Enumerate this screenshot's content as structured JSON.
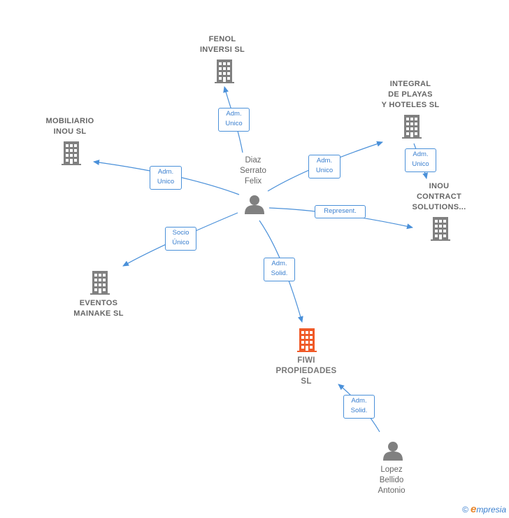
{
  "nodes": {
    "fenol": {
      "label": "FENOL\nINVERSI SL"
    },
    "integral": {
      "label": "INTEGRAL\nDE PLAYAS\nY HOTELES  SL"
    },
    "mobiliario": {
      "label": "MOBILIARIO\nINOU SL"
    },
    "inou_contract": {
      "label": "INOU\nCONTRACT\nSOLUTIONS..."
    },
    "eventos": {
      "label": "EVENTOS\nMAINAKE SL"
    },
    "fiwi": {
      "label": "FIWI\nPROPIEDADES\nSL"
    },
    "diaz": {
      "label": "Diaz\nSerrato\nFelix"
    },
    "lopez": {
      "label": "Lopez\nBellido\nAntonio"
    }
  },
  "edges": {
    "to_fenol": "Adm.\nUnico",
    "to_integral": "Adm.\nUnico",
    "integral_to_inou": "Adm.\nUnico",
    "to_mobiliario": "Adm.\nUnico",
    "to_inou_contract": "Represent.",
    "to_eventos": "Socio\nÚnico",
    "to_fiwi": "Adm.\nSolid.",
    "lopez_to_fiwi": "Adm.\nSolid."
  },
  "colors": {
    "edge": "#4a90d9",
    "building": "#808080",
    "main_building": "#f05a28",
    "person": "#808080"
  },
  "footer": {
    "copyright": "©",
    "brand_initial": "e",
    "brand_rest": "mpresia"
  }
}
